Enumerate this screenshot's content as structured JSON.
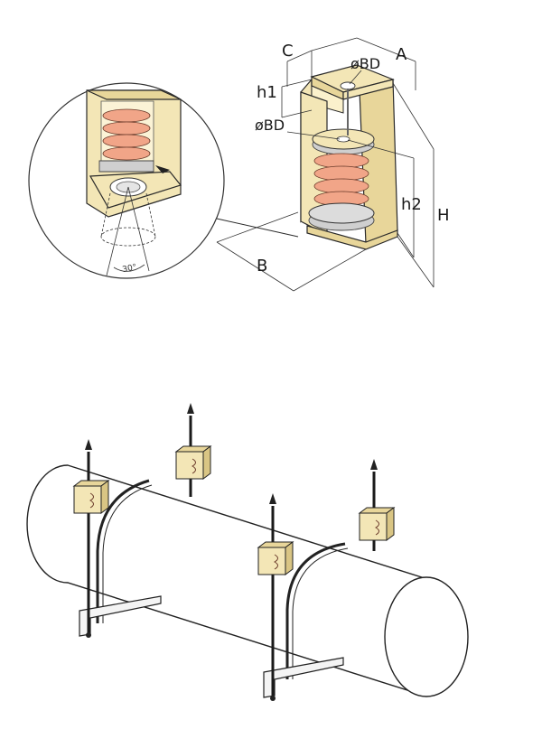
{
  "labels": {
    "C": "C",
    "A": "A",
    "BD_top": "øBD",
    "h1": "h1",
    "BD_mid": "øBD",
    "h2": "h2",
    "H": "H",
    "B": "B",
    "angle": "30°"
  },
  "colors": {
    "housing": "#f3e6b6",
    "spring": "#f1a588",
    "rubber": "#cfcfcf",
    "outline": "#2a2a2a"
  }
}
